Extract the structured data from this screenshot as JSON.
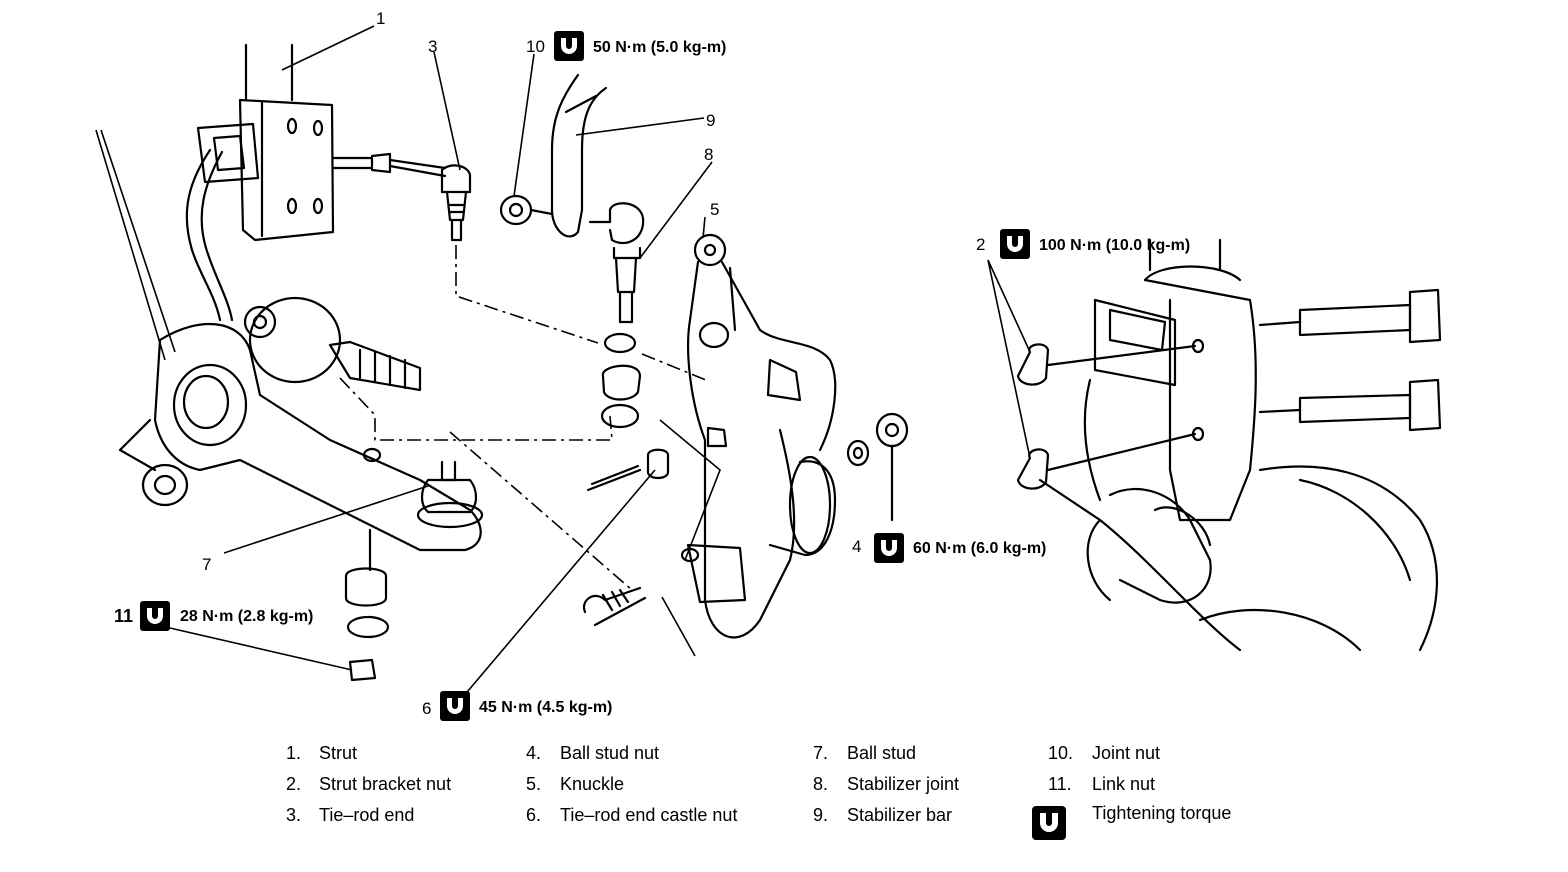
{
  "callouts": [
    {
      "id": "c1",
      "number": "1"
    },
    {
      "id": "c2",
      "number": "2",
      "torque": "100 N·m (10.0 kg-m)"
    },
    {
      "id": "c3",
      "number": "3"
    },
    {
      "id": "c4",
      "number": "4",
      "torque": "60 N·m (6.0 kg-m)"
    },
    {
      "id": "c5",
      "number": "5"
    },
    {
      "id": "c6",
      "number": "6",
      "torque": "45 N·m (4.5 kg-m)"
    },
    {
      "id": "c7",
      "number": "7"
    },
    {
      "id": "c8",
      "number": "8"
    },
    {
      "id": "c9",
      "number": "9"
    },
    {
      "id": "c10",
      "number": "10",
      "torque": "50 N·m (5.0 kg-m)"
    },
    {
      "id": "c11",
      "number": "11",
      "torque": "28 N·m (2.8 kg-m)"
    }
  ],
  "legend": {
    "items": [
      {
        "number": "1.",
        "name": "Strut"
      },
      {
        "number": "2.",
        "name": "Strut bracket nut"
      },
      {
        "number": "3.",
        "name": "Tie–rod end"
      },
      {
        "number": "4.",
        "name": "Ball stud nut"
      },
      {
        "number": "5.",
        "name": "Knuckle"
      },
      {
        "number": "6.",
        "name": "Tie–rod end castle nut"
      },
      {
        "number": "7.",
        "name": "Ball stud"
      },
      {
        "number": "8.",
        "name": "Stabilizer joint"
      },
      {
        "number": "9.",
        "name": "Stabilizer bar"
      },
      {
        "number": "10.",
        "name": "Joint nut"
      },
      {
        "number": "11.",
        "name": "Link nut"
      }
    ],
    "torque_symbol_label": "Tightening torque"
  },
  "icons": {
    "torque_symbol": "tightening-torque-icon"
  },
  "colors": {
    "ink": "#000000",
    "paper": "#ffffff"
  }
}
